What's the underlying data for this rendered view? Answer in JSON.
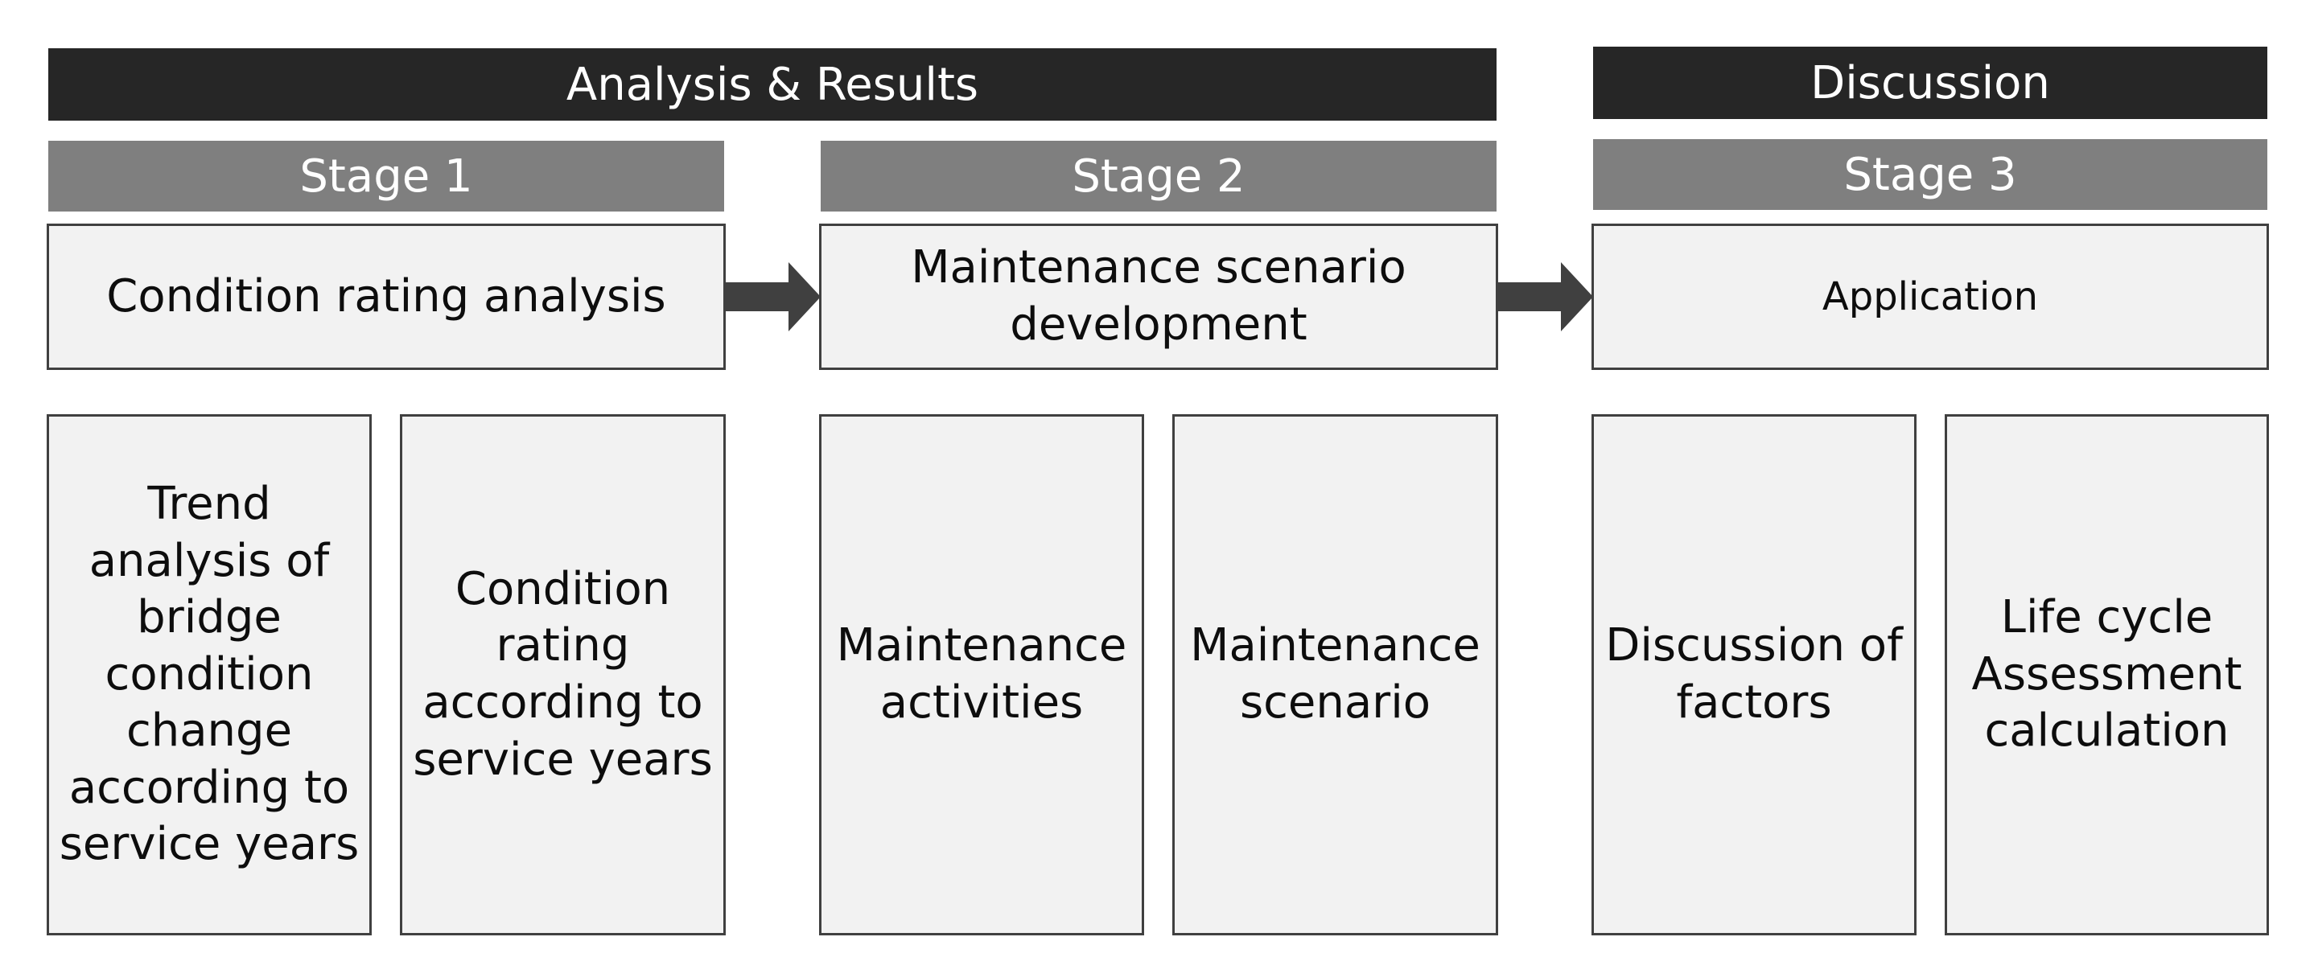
{
  "headers": {
    "analysis": "Analysis & Results",
    "discussion": "Discussion"
  },
  "stages": {
    "stage1": "Stage 1",
    "stage2": "Stage 2",
    "stage3": "Stage 3"
  },
  "main_boxes": {
    "stage1": "Condition rating analysis",
    "stage2": "Maintenance scenario development",
    "stage3": "Application"
  },
  "sub_boxes": {
    "trend_analysis": "Trend analysis of bridge condition change according to service years",
    "condition_rating": "Condition rating according to service years",
    "maintenance_activities": "Maintenance activities",
    "maintenance_scenario": "Maintenance scenario",
    "discussion_factors": "Discussion of factors",
    "lca_calculation": "Life cycle Assessment calculation"
  },
  "colors": {
    "header_bg": "#262626",
    "stage_bg": "#7f7f7f",
    "box_bg": "#f2f2f2",
    "box_border": "#404040",
    "arrow": "#404040"
  }
}
